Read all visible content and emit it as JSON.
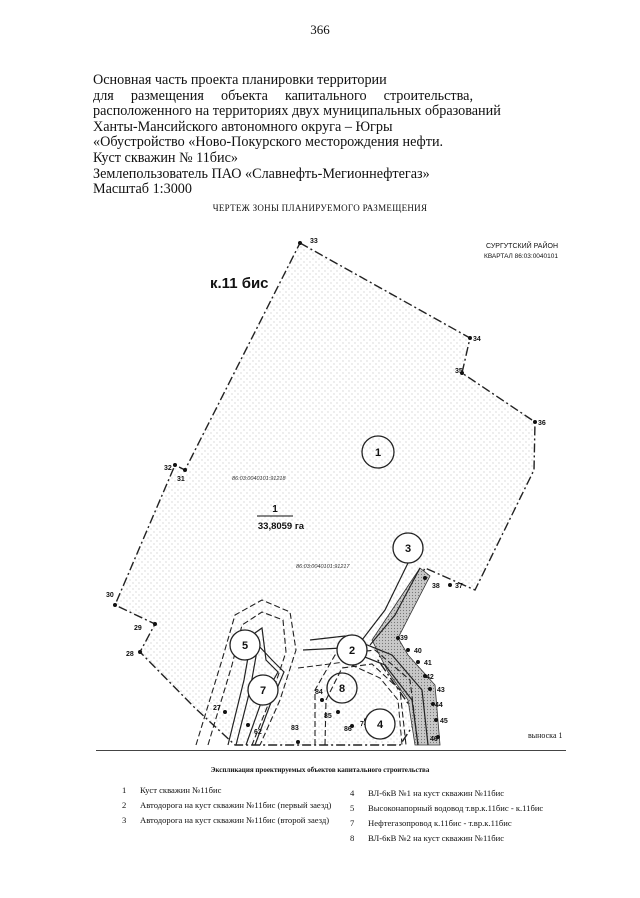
{
  "page_number": "366",
  "header": {
    "line1": "Основная часть проекта планировки территории",
    "line2_words": [
      "для",
      "размещения",
      "объекта",
      "капитального",
      "строительства,"
    ],
    "line3": "расположенного на территориях двух муниципальных образований",
    "line4": "Ханты-Мансийского автономного округа – Югры",
    "line5": "«Обустройство «Ново-Покурского месторождения нефти.",
    "line6": "Куст скважин № 11бис»",
    "line7": "Землепользователь ПАО «Славнефть-Мегионнефтегаз»",
    "line8": "Масштаб 1:3000"
  },
  "drawing_title": "ЧЕРТЕЖ ЗОНЫ ПЛАНИРУЕМОГО РАЗМЕЩЕНИЯ",
  "map": {
    "district": "СУРГУТСКИЙ РАЙОН",
    "quarter": "КВАРТАЛ 86:03:0040101",
    "site_label": "к.11 бис",
    "parcel_number": "1",
    "parcel_area": "33,8059 га",
    "cadastral_1": "86:03:0040101:91218",
    "cadastral_2": "86:03:0040101:91217",
    "callout": "выноска 1",
    "point_labels": [
      "33",
      "34",
      "35",
      "36",
      "37",
      "38",
      "39",
      "40",
      "41",
      "42",
      "43",
      "44",
      "45",
      "46",
      "32",
      "31",
      "30",
      "29",
      "28",
      "27",
      "62",
      "83",
      "84",
      "85",
      "86",
      "74"
    ],
    "object_markers": [
      "1",
      "2",
      "3",
      "4",
      "5",
      "7",
      "8"
    ],
    "colors": {
      "ink": "#222222",
      "fill": "#bbbbbb"
    }
  },
  "legend": {
    "title": "Экспликация проектируемых объектов капитального строительства",
    "items": [
      {
        "num": "1",
        "text": "Куст скважин №11бис"
      },
      {
        "num": "2",
        "text": "Автодорога на куст скважин №11бис (первый заезд)"
      },
      {
        "num": "3",
        "text": "Автодорога на куст скважин №11бис (второй заезд)"
      },
      {
        "num": "4",
        "text": "ВЛ-6кВ №1 на куст скважин №11бис"
      },
      {
        "num": "5",
        "text": "Высоконапорный водовод т.вр.к.11бис - к.11бис"
      },
      {
        "num": "7",
        "text": "Нефтегазопровод к.11бис - т.вр.к.11бис"
      },
      {
        "num": "8",
        "text": "ВЛ-6кВ №2 на куст скважин №11бис"
      }
    ]
  }
}
